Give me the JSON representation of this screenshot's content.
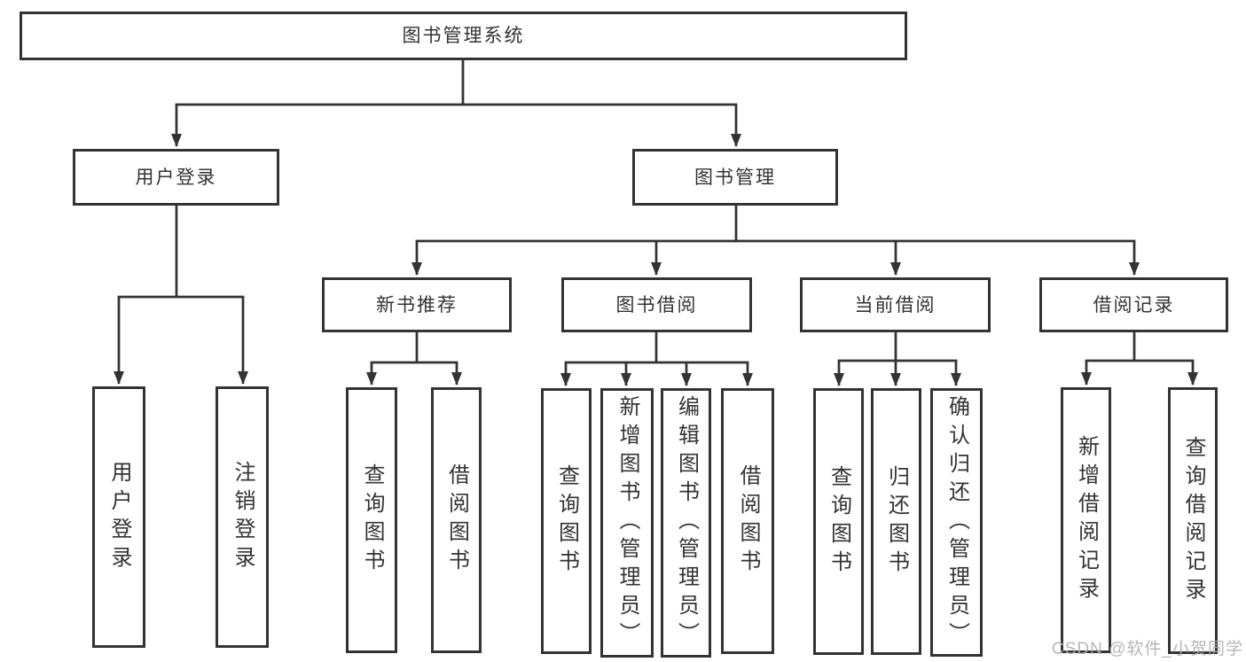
{
  "colors": {
    "line": "#333333",
    "box_border": "#333333",
    "text": "#333333",
    "background": "#ffffff",
    "watermark": "#b0b0b0"
  },
  "watermark": {
    "text": "CSDN @软件_小贺同学"
  },
  "tree": {
    "root": {
      "label": "图书管理系统"
    },
    "branches": [
      {
        "label": "用户登录",
        "children": [
          {
            "label": "用户登录"
          },
          {
            "label": "注销登录"
          }
        ]
      },
      {
        "label": "图书管理",
        "children": [
          {
            "label": "新书推荐",
            "children": [
              {
                "label": "查询图书"
              },
              {
                "label": "借阅图书"
              }
            ]
          },
          {
            "label": "图书借阅",
            "children": [
              {
                "label": "查询图书"
              },
              {
                "label": "新增图书（管理员）"
              },
              {
                "label": "编辑图书（管理员）"
              },
              {
                "label": "借阅图书"
              }
            ]
          },
          {
            "label": "当前借阅",
            "children": [
              {
                "label": "查询图书"
              },
              {
                "label": "归还图书"
              },
              {
                "label": "确认归还（管理员）"
              }
            ]
          },
          {
            "label": "借阅记录",
            "children": [
              {
                "label": "新增借阅记录"
              },
              {
                "label": "查询借阅记录"
              }
            ]
          }
        ]
      }
    ]
  }
}
